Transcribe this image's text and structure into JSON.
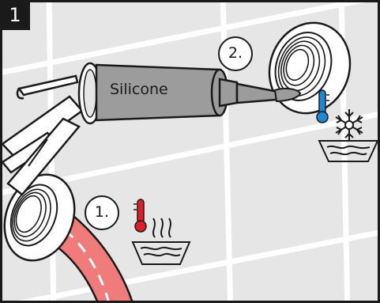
{
  "panel": {
    "step_number": "1"
  },
  "callouts": {
    "step1": "1.",
    "step2": "2."
  },
  "tool": {
    "cartridge_label": "Silicone"
  },
  "icons": {
    "hot_water": "hot-water-thermometer-icon",
    "cold_water": "cold-water-snowflake-icon"
  },
  "colors": {
    "wall": "#e6e6e6",
    "hose": "#f07b7b",
    "cartridge": "#9c9c9c",
    "thermometer_hot": "#e01e25",
    "thermometer_cold": "#1e88d2",
    "outline": "#1a1a1a"
  }
}
